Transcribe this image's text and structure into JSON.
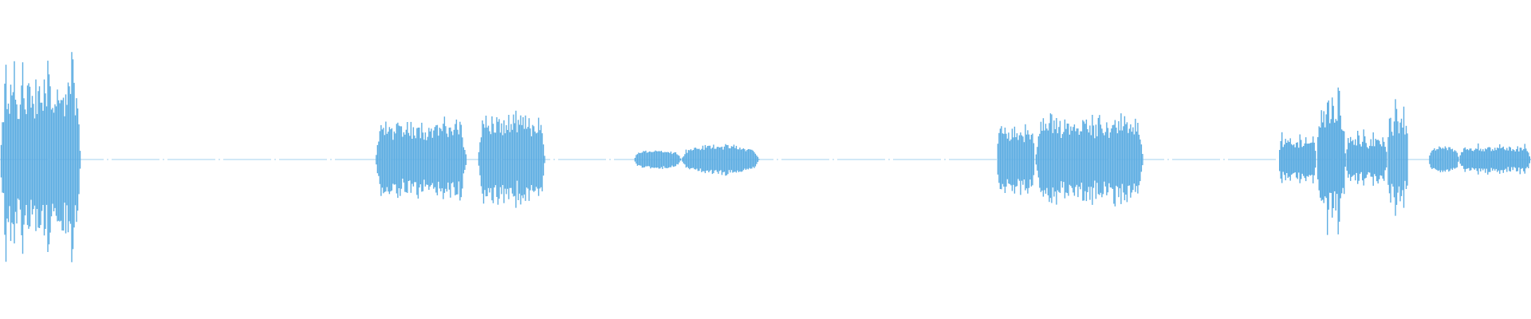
{
  "waveform": {
    "color": "#5DADE2",
    "background": "#FFFFFF",
    "segments": [
      {
        "start": 0.0,
        "end": 0.053,
        "amplitude": 0.6,
        "style": "spiky"
      },
      {
        "start": 0.245,
        "end": 0.305,
        "amplitude": 0.24,
        "style": "dense"
      },
      {
        "start": 0.312,
        "end": 0.356,
        "amplitude": 0.27,
        "style": "dense"
      },
      {
        "start": 0.414,
        "end": 0.445,
        "amplitude": 0.06,
        "style": "smooth"
      },
      {
        "start": 0.445,
        "end": 0.496,
        "amplitude": 0.09,
        "style": "smooth"
      },
      {
        "start": 0.651,
        "end": 0.676,
        "amplitude": 0.21,
        "style": "dense"
      },
      {
        "start": 0.676,
        "end": 0.747,
        "amplitude": 0.27,
        "style": "dense"
      },
      {
        "start": 0.835,
        "end": 0.86,
        "amplitude": 0.16,
        "style": "spiky"
      },
      {
        "start": 0.86,
        "end": 0.879,
        "amplitude": 0.42,
        "style": "spiky"
      },
      {
        "start": 0.879,
        "end": 0.906,
        "amplitude": 0.17,
        "style": "spiky"
      },
      {
        "start": 0.906,
        "end": 0.92,
        "amplitude": 0.33,
        "style": "spiky"
      },
      {
        "start": 0.933,
        "end": 0.953,
        "amplitude": 0.08,
        "style": "smooth"
      },
      {
        "start": 0.953,
        "end": 1.0,
        "amplitude": 0.09,
        "style": "dense"
      }
    ]
  }
}
